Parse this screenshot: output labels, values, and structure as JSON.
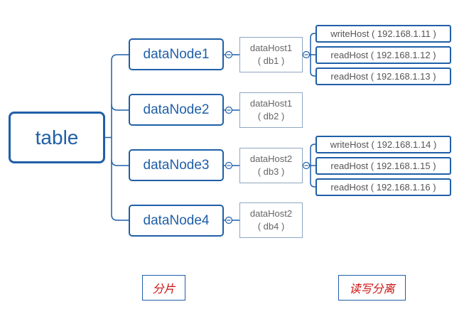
{
  "root": {
    "label": "table"
  },
  "nodes": [
    {
      "label": "dataNode1",
      "host_line1": "dataHost1",
      "host_line2": "( db1 )",
      "hosts": [
        "writeHost ( 192.168.1.11 )",
        "readHost ( 192.168.1.12 )",
        "readHost ( 192.168.1.13 )"
      ]
    },
    {
      "label": "dataNode2",
      "host_line1": "dataHost1",
      "host_line2": "( db2 )",
      "hosts": []
    },
    {
      "label": "dataNode3",
      "host_line1": "dataHost2",
      "host_line2": "( db3 )",
      "hosts": [
        "writeHost ( 192.168.1.14 )",
        "readHost ( 192.168.1.15 )",
        "readHost ( 192.168.1.16 )"
      ]
    },
    {
      "label": "dataNode4",
      "host_line1": "dataHost2",
      "host_line2": "( db4 )",
      "hosts": []
    }
  ],
  "notes": {
    "sharding": "分片",
    "read_write_split": "读写分离"
  },
  "colors": {
    "primary": "#1f5fa8",
    "note_text": "#cc1111",
    "secondary_border": "#8fa6c0"
  }
}
